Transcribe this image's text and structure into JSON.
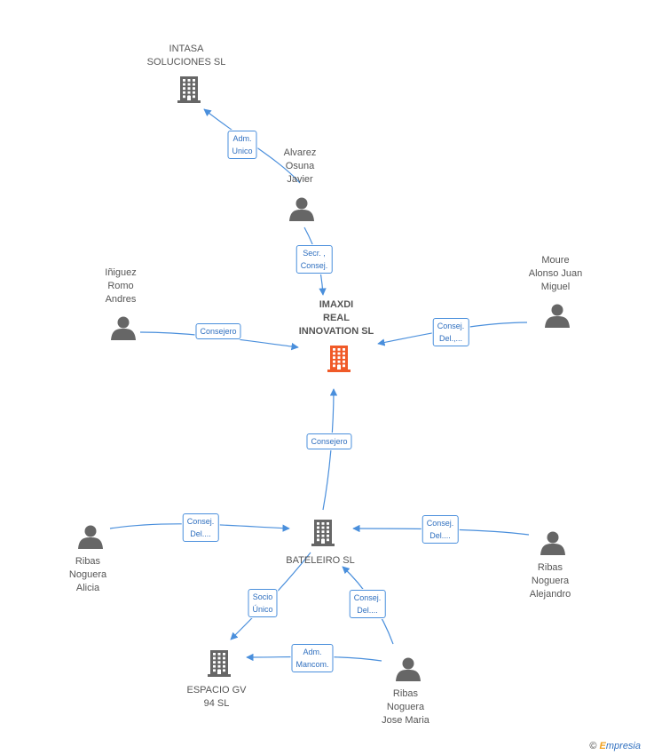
{
  "colors": {
    "edge": "#4a8fdc",
    "building": "#666666",
    "building_main": "#f05a28",
    "person": "#666666"
  },
  "nodes": [
    {
      "id": "intasa",
      "kind": "company",
      "lines": [
        "INTASA",
        "SOLUCIONES  SL"
      ]
    },
    {
      "id": "alvarez",
      "kind": "person",
      "lines": [
        "Alvarez",
        "Osuna",
        "Javier"
      ]
    },
    {
      "id": "iniguez",
      "kind": "person",
      "lines": [
        "Iñiguez",
        "Romo",
        "Andres"
      ]
    },
    {
      "id": "moure",
      "kind": "person",
      "lines": [
        "Moure",
        "Alonso Juan",
        "Miguel"
      ]
    },
    {
      "id": "imaxdi",
      "kind": "company-main",
      "lines": [
        "IMAXDI",
        "REAL",
        "INNOVATION SL"
      ]
    },
    {
      "id": "bateleiro",
      "kind": "company",
      "lines": [
        "BATELEIRO SL"
      ]
    },
    {
      "id": "ribas_alicia",
      "kind": "person",
      "lines": [
        "Ribas",
        "Noguera",
        "Alicia"
      ]
    },
    {
      "id": "ribas_alejandro",
      "kind": "person",
      "lines": [
        "Ribas",
        "Noguera",
        "Alejandro"
      ]
    },
    {
      "id": "espacio",
      "kind": "company",
      "lines": [
        "ESPACIO GV",
        "94  SL"
      ]
    },
    {
      "id": "ribas_jose",
      "kind": "person",
      "lines": [
        "Ribas",
        "Noguera",
        "Jose Maria"
      ]
    }
  ],
  "edges": [
    {
      "id": "e1",
      "from": "alvarez",
      "to": "intasa",
      "lines": [
        "Adm.",
        "Unico"
      ]
    },
    {
      "id": "e2",
      "from": "alvarez",
      "to": "imaxdi",
      "lines": [
        "Secr. ,",
        "Consej."
      ]
    },
    {
      "id": "e3",
      "from": "iniguez",
      "to": "imaxdi",
      "lines": [
        "Consejero"
      ]
    },
    {
      "id": "e4",
      "from": "moure",
      "to": "imaxdi",
      "lines": [
        "Consej.",
        "Del.,..."
      ]
    },
    {
      "id": "e5",
      "from": "bateleiro",
      "to": "imaxdi",
      "lines": [
        "Consejero"
      ]
    },
    {
      "id": "e6",
      "from": "ribas_alicia",
      "to": "bateleiro",
      "lines": [
        "Consej.",
        "Del...."
      ]
    },
    {
      "id": "e7",
      "from": "ribas_alejandro",
      "to": "bateleiro",
      "lines": [
        "Consej.",
        "Del...."
      ]
    },
    {
      "id": "e8",
      "from": "bateleiro",
      "to": "espacio",
      "lines": [
        "Socio",
        "Único"
      ]
    },
    {
      "id": "e9",
      "from": "ribas_jose",
      "to": "bateleiro",
      "lines": [
        "Consej.",
        "Del...."
      ]
    },
    {
      "id": "e10",
      "from": "ribas_jose",
      "to": "espacio",
      "lines": [
        "Adm.",
        "Mancom."
      ]
    }
  ],
  "brand": {
    "copyright": "©",
    "first_letter": "E",
    "rest": "mpresia"
  }
}
